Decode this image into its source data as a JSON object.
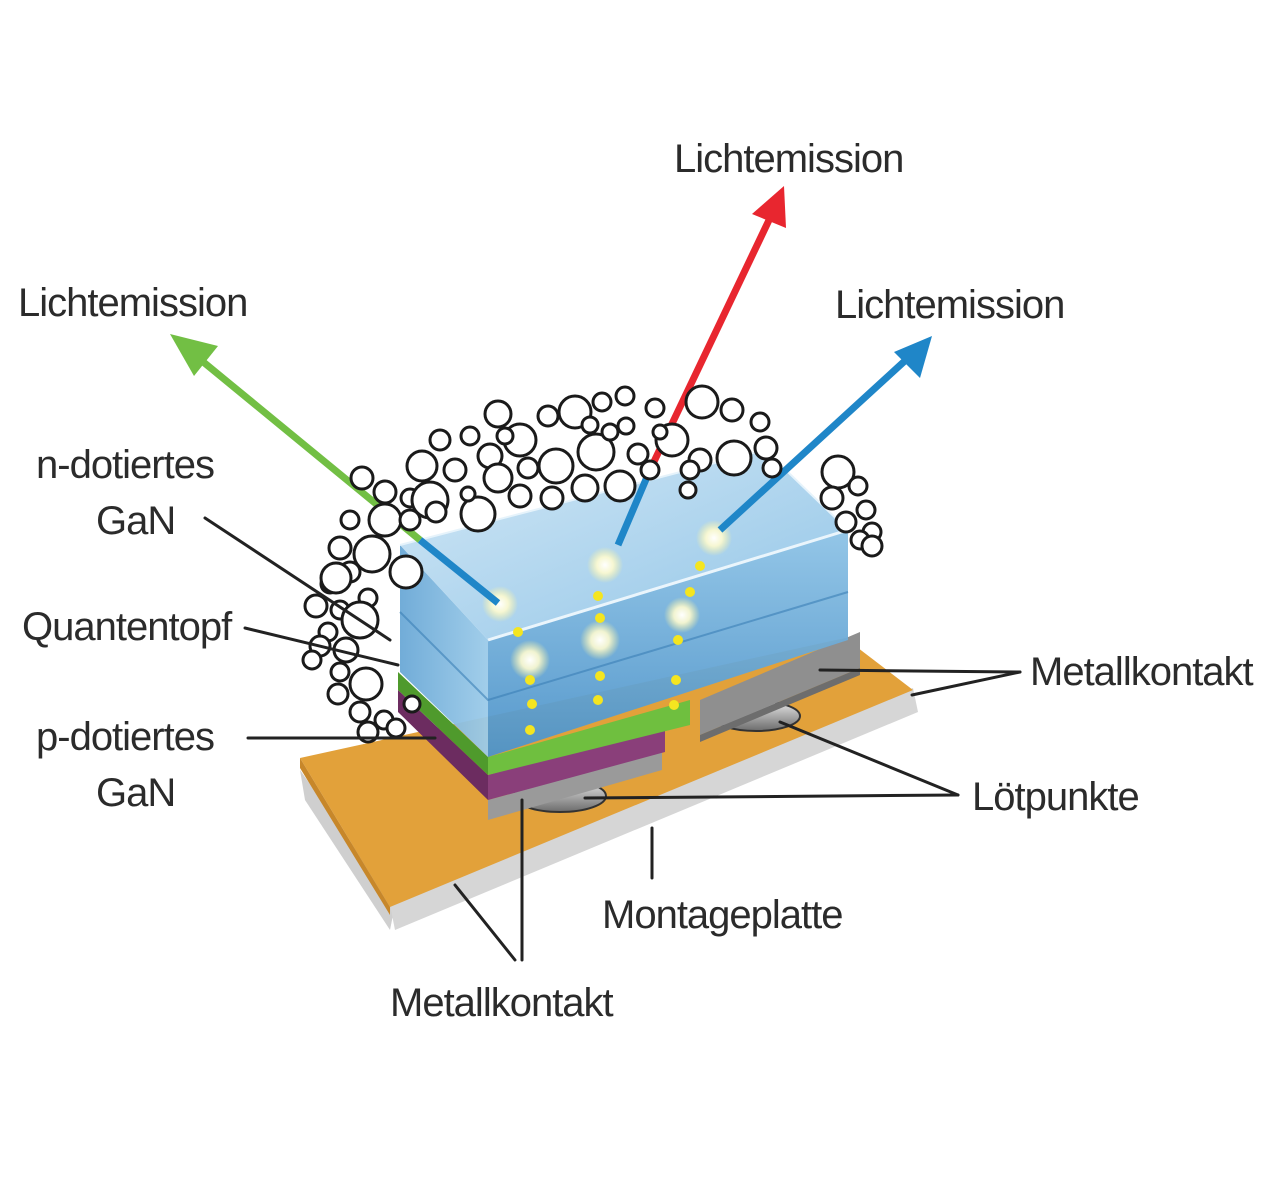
{
  "labels": {
    "emission_top": "Lichtemission",
    "emission_left": "Lichtemission",
    "emission_right": "Lichtemission",
    "n_gan_line1": "n-dotiertes",
    "n_gan_line2": "GaN",
    "quantum_well": "Quantentopf",
    "p_gan_line1": "p-dotiertes",
    "p_gan_line2": "GaN",
    "metal_contact_right": "Metallkontakt",
    "solder_points": "Lötpunkte",
    "mounting_plate": "Montageplatte",
    "metal_contact_bottom": "Metallkontakt"
  },
  "colors": {
    "arrow_red": "#e8262f",
    "arrow_green": "#72bf44",
    "arrow_blue": "#1f86c8",
    "plate": "#e2a13a",
    "n_gan": "#7fb6dd",
    "quantum_well": "#6fbf3f",
    "p_gan": "#8a3f7a",
    "metal_contact": "#8f8f8f"
  },
  "icons": [
    "red-emission-arrow",
    "green-emission-arrow",
    "blue-emission-arrow",
    "phosphor-bubbles"
  ]
}
